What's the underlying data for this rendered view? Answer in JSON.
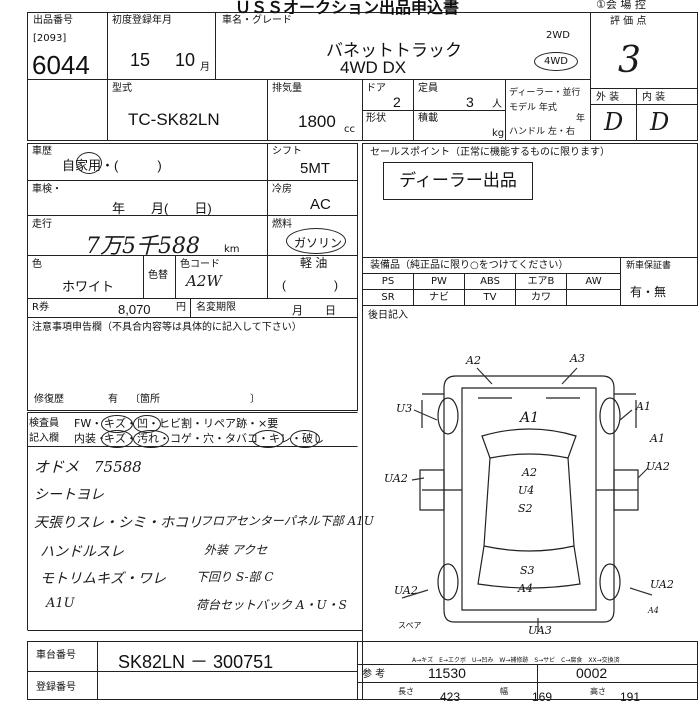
{
  "header": {
    "title": "ＵＳＳオークション出品申込書",
    "venue_label": "①会 場 控",
    "lot_no_label": "出品番号",
    "lot_no_sub": "[2093]",
    "lot_no": "6044",
    "first_reg_label": "初度登録年月",
    "first_reg_year": "15",
    "first_reg_month": "10",
    "month_unit": "月",
    "model_label": "車名・グレード",
    "model_name": "バネットトラック",
    "grade": "4WD  DX",
    "drive_2wd": "2WD",
    "drive_4wd": "4WD",
    "score_label": "評 価 点",
    "score": "3",
    "exterior_label": "外 装",
    "interior_label": "内 装",
    "exterior_grade": "D",
    "interior_grade": "D"
  },
  "spec": {
    "type_label": "型式",
    "type": "TC-SK82LN",
    "displacement_label": "排気量",
    "displacement": "1800",
    "cc_unit": "cc",
    "doors_label": "ドア",
    "doors": "2",
    "capacity_label": "定員",
    "capacity": "3",
    "person_unit": "人",
    "shape_label": "形状",
    "load_label": "積載",
    "kg_unit": "kg",
    "dealer_label": "ディーラー・並行",
    "model_year_label": "モデル 年式",
    "year_unit": "年",
    "handle_label": "ハンドル 左・右"
  },
  "details": {
    "car_history_label": "車歴",
    "car_history_options": "自家用・(　　　)",
    "inspection_label": "車検・",
    "inspection_fields": "年　　月(　　日)",
    "mileage_label": "走行",
    "mileage": "7万5千588",
    "km_unit": "km",
    "color_label": "色",
    "color": "ホワイト",
    "color_change_label": "色替",
    "color_code_label": "色コード",
    "color_code": "A2W",
    "paren_blank": "(　　　　)",
    "r_ticket_label": "R券",
    "r_ticket_amount": "8,070",
    "yen_unit": "円",
    "expiry_label": "名変期限",
    "expiry_fields": "月　　日",
    "shift_label": "シフト",
    "shift": "5MT",
    "ac_label": "冷房",
    "ac": "AC",
    "fuel_label": "燃料",
    "fuel_gas": "ガソリン",
    "fuel_diesel": "軽 油"
  },
  "sales_point": {
    "label": "セールスポイント（正常に機能するものに限ります）",
    "value": "ディーラー出品"
  },
  "equipment": {
    "label": "装備品（純正品に限り○をつけてください）",
    "items": [
      "PS",
      "PW",
      "ABS",
      "エアB",
      "AW",
      "SR",
      "ナビ",
      "TV",
      "カワ",
      ""
    ],
    "new_warranty_label": "新車保証書",
    "new_warranty_value": "有・無"
  },
  "remarks": {
    "notes_label": "注意事項申告欄（不具合内容等は具体的に記入して下さい）",
    "repair_label": "修復歴",
    "repair_value": "有",
    "repair_parts": "〔箇所　　　　　　　　　〕",
    "later_label": "後日記入"
  },
  "inspector": {
    "inspector_label": "検査員",
    "fill_label": "記入欄",
    "fw_prefix": "FW・",
    "fw_items": "キズ・凹・ヒビ割・リペア跡・×要",
    "interior_prefix": "内装・",
    "interior_items": "キズ・汚れ・コゲ・穴・タバコ・キレ・破し"
  },
  "notes": [
    "オドメ　75588",
    "シートヨレ",
    "天張りスレ・シミ・ホコリ",
    "ハンドルスレ",
    "モトリムキズ・ワレ",
    "A1U"
  ],
  "notes_right": [
    "フロアセンターパネル下部 A1U",
    "外装 アクセ",
    "下回り S-部 C",
    "荷台セットバック A・U・S"
  ],
  "diagram_marks": {
    "a2_top": "A2",
    "a3_top": "A3",
    "u3_left": "U3",
    "a1_right": "A1",
    "a1_center": "A1",
    "a1_far_right": "A1",
    "ua2_left": "UA2",
    "ua2_right": "UA2",
    "a2_mid": "A2",
    "u4_mid": "U4",
    "s2_mid": "S2",
    "s3_rear": "S3",
    "a4_rear": "A4",
    "ua2_bl": "UA2",
    "spare_label": "スペア",
    "ua2_br": "UA2",
    "mark_br": "A4",
    "ua3_bottom": "UA3"
  },
  "legend": "A→キズ　E→エクボ　U→凹み　W→補修跡　S→サビ　C→腐食　XX→交換済",
  "footer": {
    "chassis_label": "車台番号",
    "chassis_no": "SK82LN － 300751",
    "reg_label": "登録番号",
    "reference_label": "参 考",
    "reference_value": "11530",
    "seq_label": "",
    "seq_value": "0002",
    "length_label": "長さ",
    "length_value": "423",
    "width_label": "幅",
    "width_value": "169",
    "height_label": "高さ",
    "height_value": "191"
  }
}
